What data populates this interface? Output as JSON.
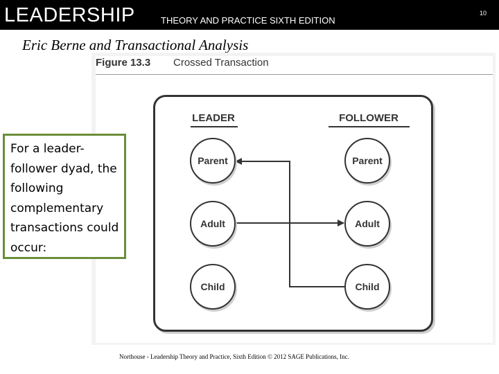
{
  "header": {
    "brand": "LEADERSHIP",
    "subtitle": "THEORY AND PRACTICE  SIXTH EDITION",
    "slide_number": "10"
  },
  "slide": {
    "title": "Eric Berne and Transactional Analysis"
  },
  "figure": {
    "number": "Figure 13.3",
    "title": "Crossed Transaction",
    "leader_label": "LEADER",
    "follower_label": "FOLLOWER",
    "leader_states": [
      "Parent",
      "Adult",
      "Child"
    ],
    "follower_states": [
      "Parent",
      "Adult",
      "Child"
    ]
  },
  "callout": {
    "text": "For a leader-follower dyad, the following complementary transactions could occur:"
  },
  "footer": {
    "text": "Northouse - Leadership Theory and Practice, Sixth Edition © 2012 SAGE Publications, Inc."
  }
}
